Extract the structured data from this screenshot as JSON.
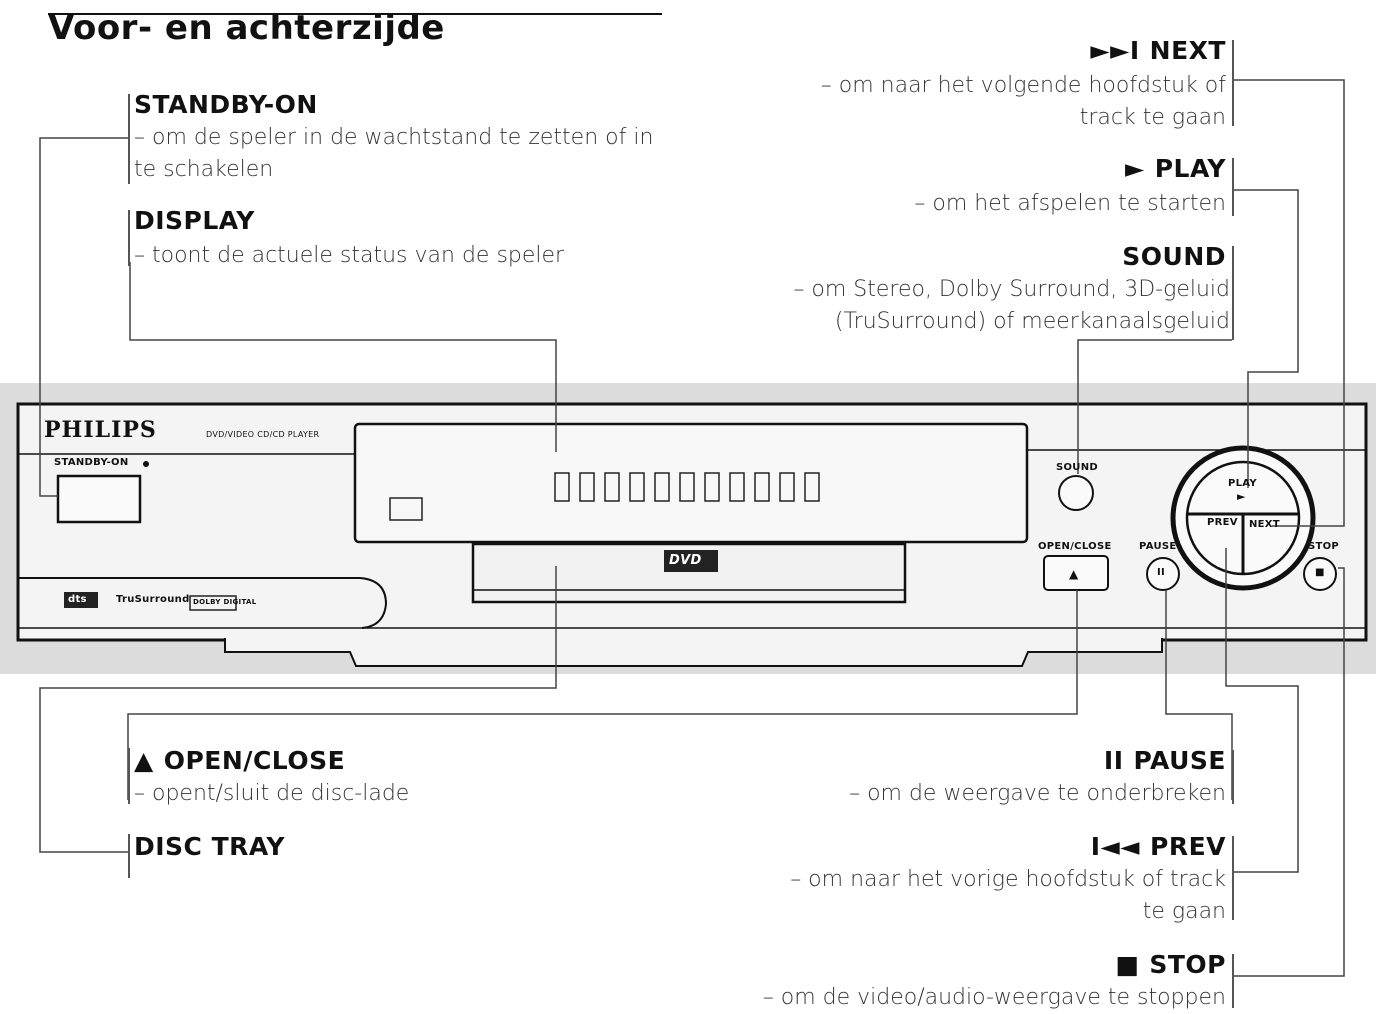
{
  "title": "Voor- en achterzijde",
  "labels": {
    "standby": {
      "label": "STANDBY-ON",
      "desc": "– om de speler in de wachtstand te zetten of in te schakelen"
    },
    "display": {
      "label": "DISPLAY",
      "desc": "– toont de actuele status van de speler"
    },
    "next": {
      "glyph": "►►I",
      "label": "NEXT",
      "desc": "– om naar het volgende hoofdstuk of track te gaan"
    },
    "play": {
      "glyph": "►",
      "label": "PLAY",
      "desc": "– om het afspelen te starten"
    },
    "sound": {
      "label": "SOUND",
      "desc": "– om Stereo, Dolby Surround, 3D-geluid (TruSurround) of meerkanaalsgeluid"
    },
    "open_close": {
      "glyph": "▲",
      "label": "OPEN/CLOSE",
      "desc": "– opent/sluit de disc-lade"
    },
    "disc_tray": {
      "label": "DISC TRAY"
    },
    "pause": {
      "glyph": "II",
      "label": "PAUSE",
      "desc": "– om de weergave te onderbreken"
    },
    "prev": {
      "glyph": "I◄◄",
      "label": "PREV",
      "desc": "– om naar het vorige hoofdstuk of track te gaan"
    },
    "stop": {
      "glyph": "■",
      "label": "STOP",
      "desc": "– om de video/audio-weergave te stoppen"
    }
  },
  "device": {
    "brand": "PHILIPS",
    "model_text": "DVD/VIDEO CD/CD PLAYER",
    "standby_label": "STANDBY-ON",
    "sound_label": "SOUND",
    "open_close_label": "OPEN/CLOSE",
    "pause_label": "PAUSE",
    "stop_label": "STOP",
    "play_label": "PLAY",
    "prev_label": "PREV",
    "next_label": "NEXT",
    "dvd_logo": "DVD",
    "logos": [
      "dts",
      "TruSurround",
      "DOLBY DIGITAL"
    ]
  },
  "colors": {
    "line": "#444444",
    "panel_band": "#dcdcdc",
    "device_fill": "#f4f4f4"
  }
}
